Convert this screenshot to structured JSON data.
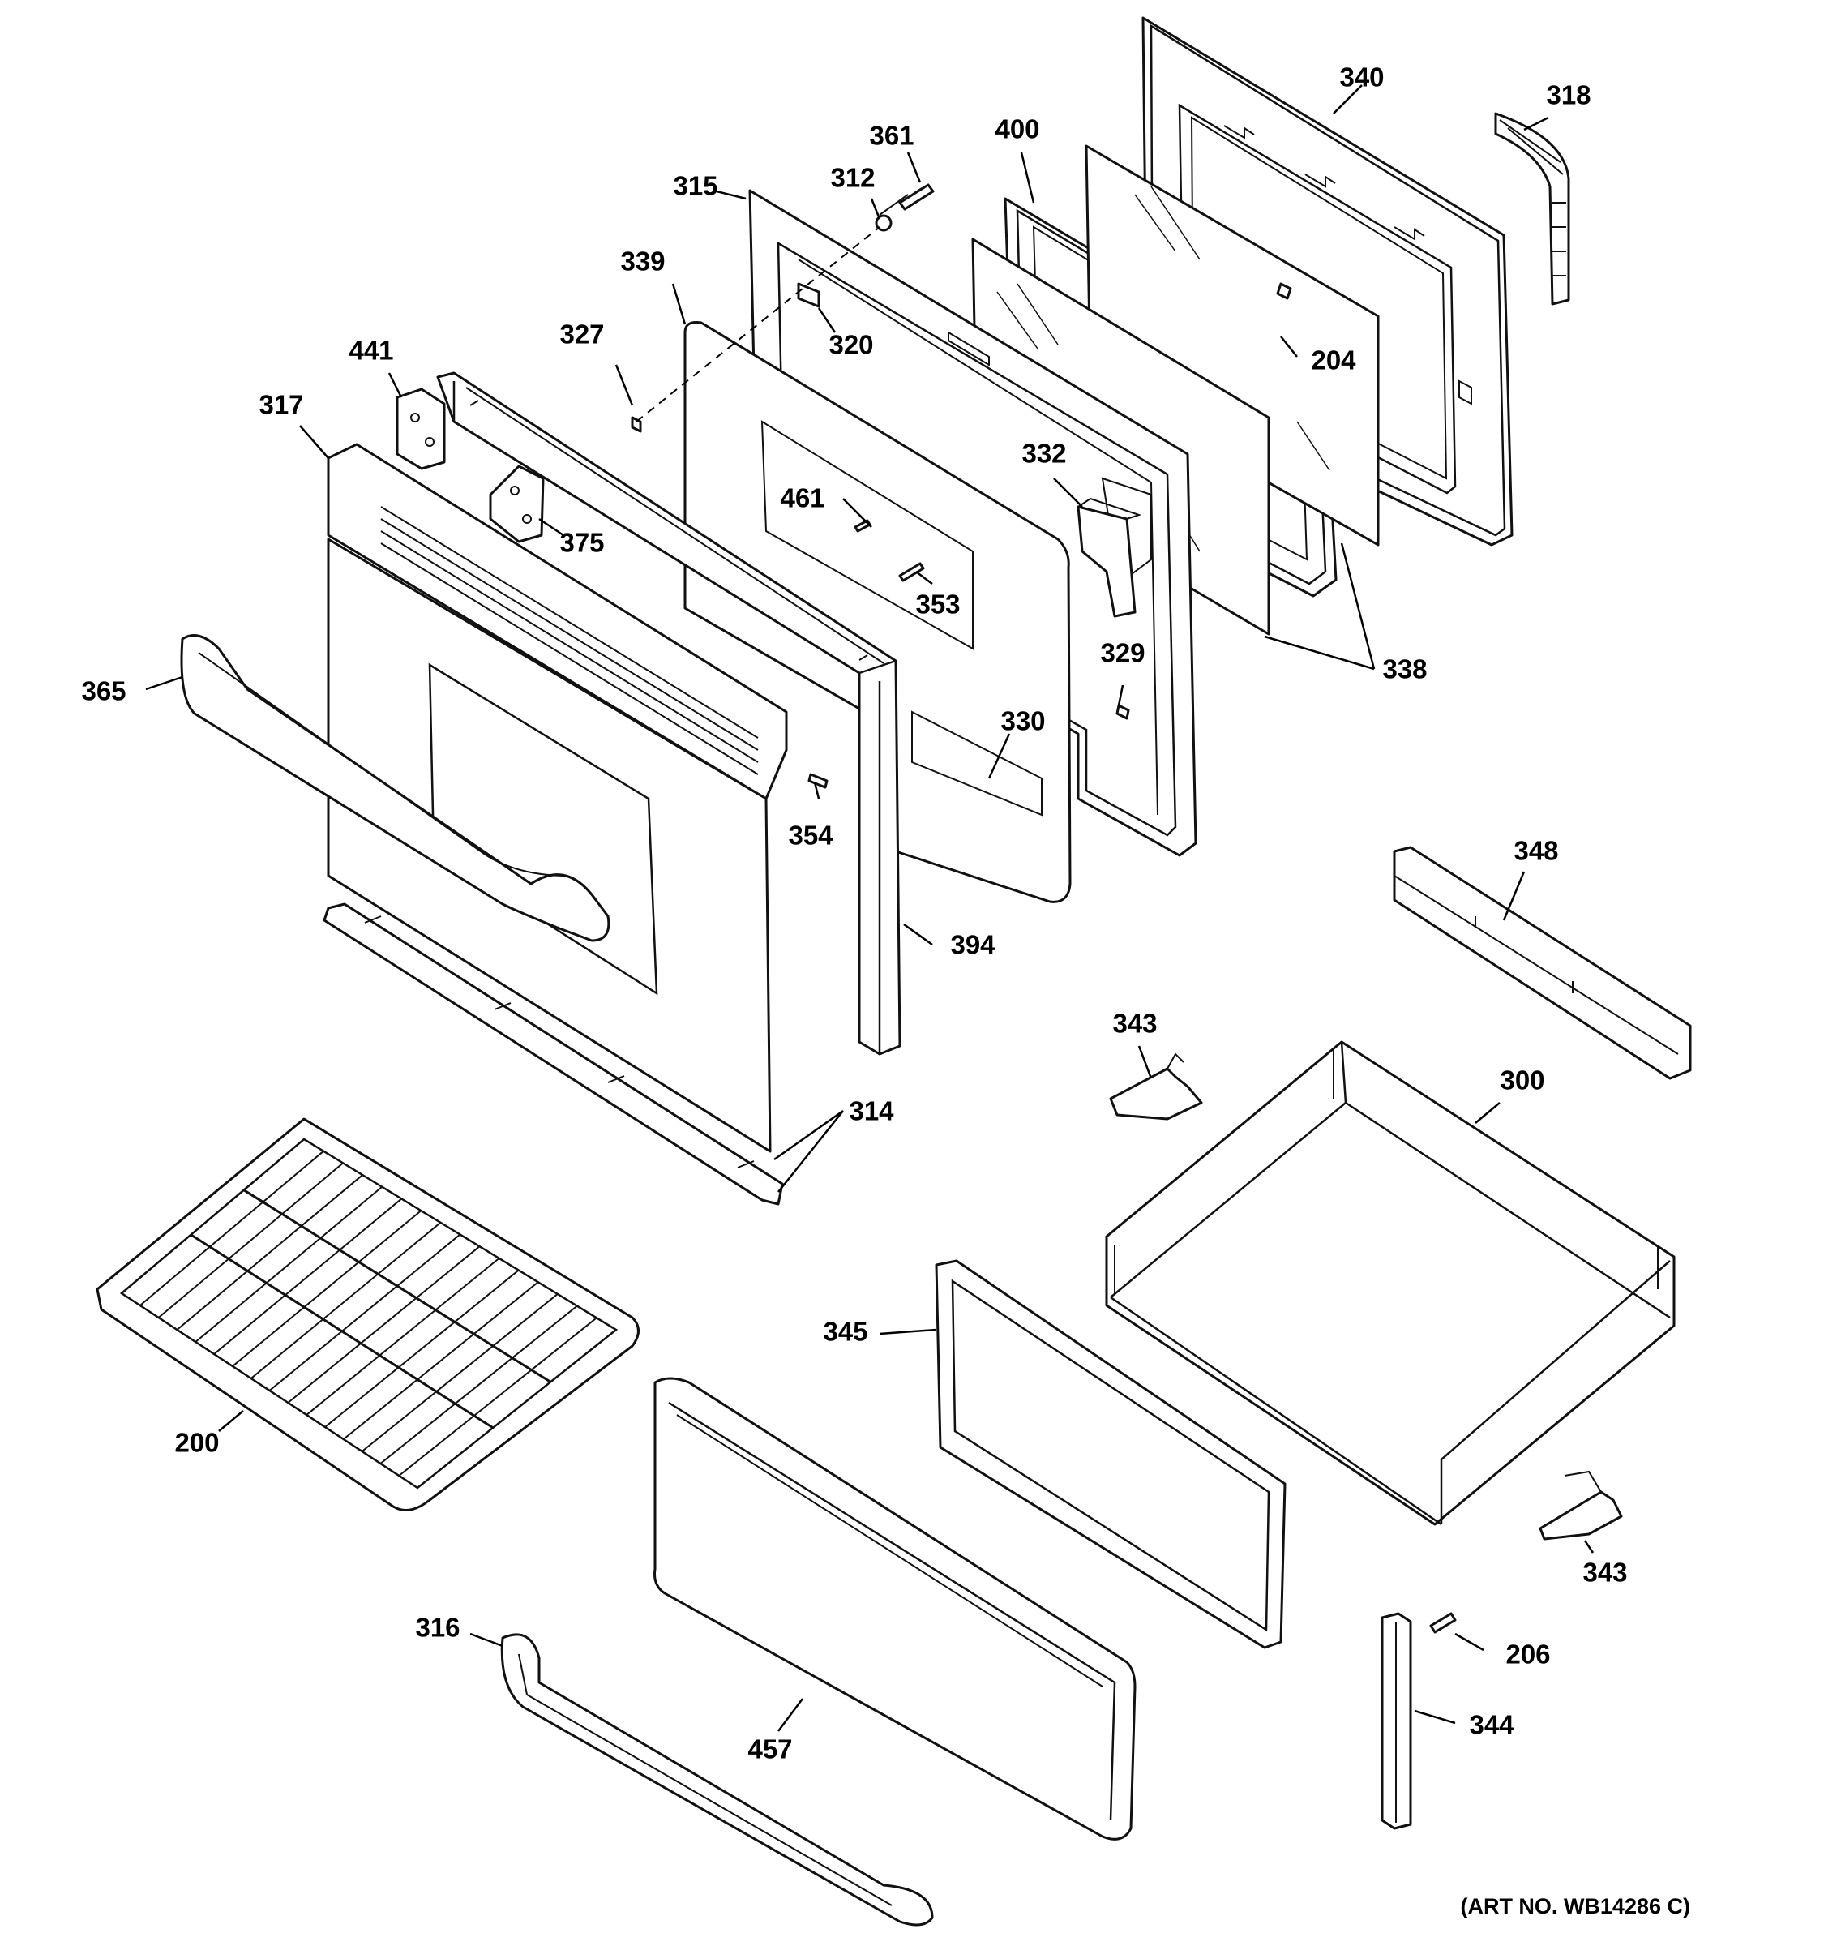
{
  "callouts": {
    "c340": "340",
    "c318": "318",
    "c361": "361",
    "c400": "400",
    "c312": "312",
    "c315": "315",
    "c339": "339",
    "c320": "320",
    "c204": "204",
    "c327": "327",
    "c441": "441",
    "c317": "317",
    "c332": "332",
    "c461": "461",
    "c375": "375",
    "c353": "353",
    "c338": "338",
    "c329": "329",
    "c365": "365",
    "c330": "330",
    "c354": "354",
    "c348": "348",
    "c394": "394",
    "c343a": "343",
    "c300": "300",
    "c314": "314",
    "c345": "345",
    "c200": "200",
    "c343b": "343",
    "c316": "316",
    "c206": "206",
    "c457": "457",
    "c344": "344"
  },
  "art_number": "(ART NO. WB14286 C)"
}
